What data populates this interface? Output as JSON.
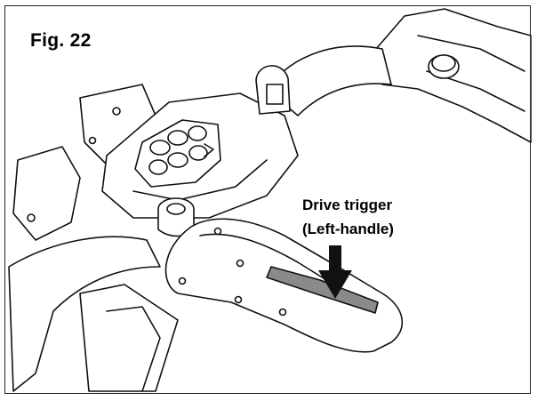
{
  "figure": {
    "label": "Fig. 22",
    "callout_line1": "Drive trigger",
    "callout_line2": "(Left-handle)"
  }
}
